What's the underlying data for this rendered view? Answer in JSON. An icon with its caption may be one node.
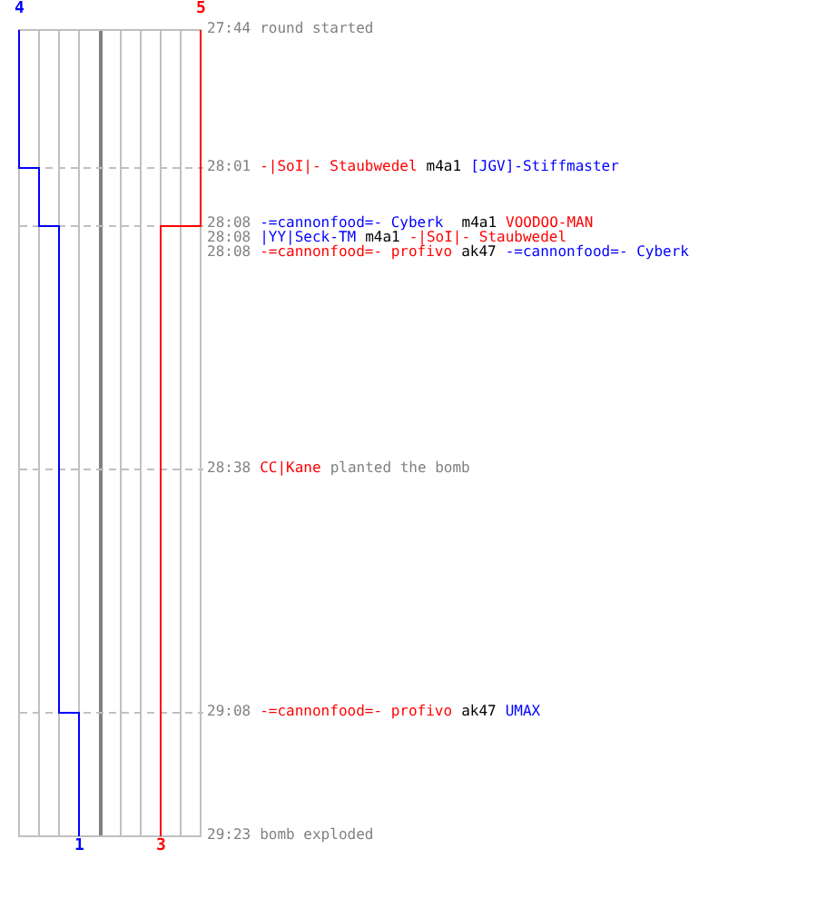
{
  "diagram": {
    "labels": [
      "4",
      "5",
      "27:44",
      "round started",
      "28:01",
      "-|SoI|- Staubwedel",
      "m4a1",
      "[JGV]-Stiffmaster",
      "28:08",
      "-=cannonfood=- Cyberk",
      "m4a1",
      "VOODOO-MAN",
      "28:08",
      "|YY|Seck-TM",
      "m4a1",
      "-|SoI|- Staubwedel",
      "28:08",
      "-=cannonfood=- profivo",
      "ak47",
      "-=cannonfood=- Cyberk",
      "28:38",
      "CC|Kane",
      "planted the bomb",
      "29:08",
      "-=cannonfood=- profivo",
      "ak47",
      "UMAX",
      "29:23",
      "bomb exploded",
      "1",
      "3"
    ]
  }
}
